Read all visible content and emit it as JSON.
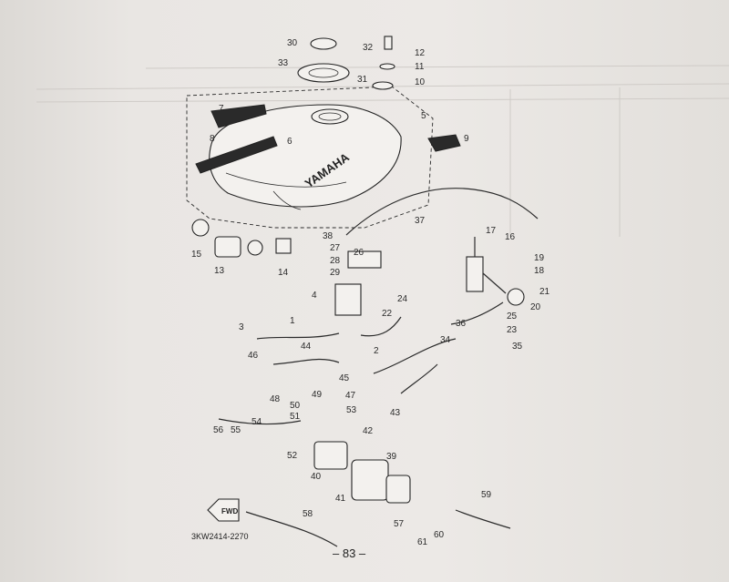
{
  "diagram": {
    "drawing_code": "3KW2414-2270",
    "page_number": "– 83 –",
    "arrow_text": "FWD",
    "brand_on_tank": "YAMAHA",
    "callouts": [
      "1",
      "2",
      "3",
      "4",
      "5",
      "6",
      "7",
      "8",
      "9",
      "10",
      "11",
      "12",
      "13",
      "14",
      "15",
      "16",
      "17",
      "18",
      "19",
      "20",
      "21",
      "22",
      "23",
      "24",
      "25",
      "26",
      "27",
      "28",
      "29",
      "30",
      "31",
      "32",
      "33",
      "34",
      "35",
      "36",
      "37",
      "38",
      "39",
      "40",
      "41",
      "42",
      "43",
      "44",
      "45",
      "46",
      "47",
      "48",
      "49",
      "50",
      "51",
      "52",
      "53",
      "54",
      "55",
      "56",
      "57",
      "58",
      "59",
      "60",
      "61"
    ]
  },
  "colors": {
    "paper": "#e9e6e3",
    "ink": "#2a2a2a",
    "bleed_through": "#b8b5b2"
  }
}
